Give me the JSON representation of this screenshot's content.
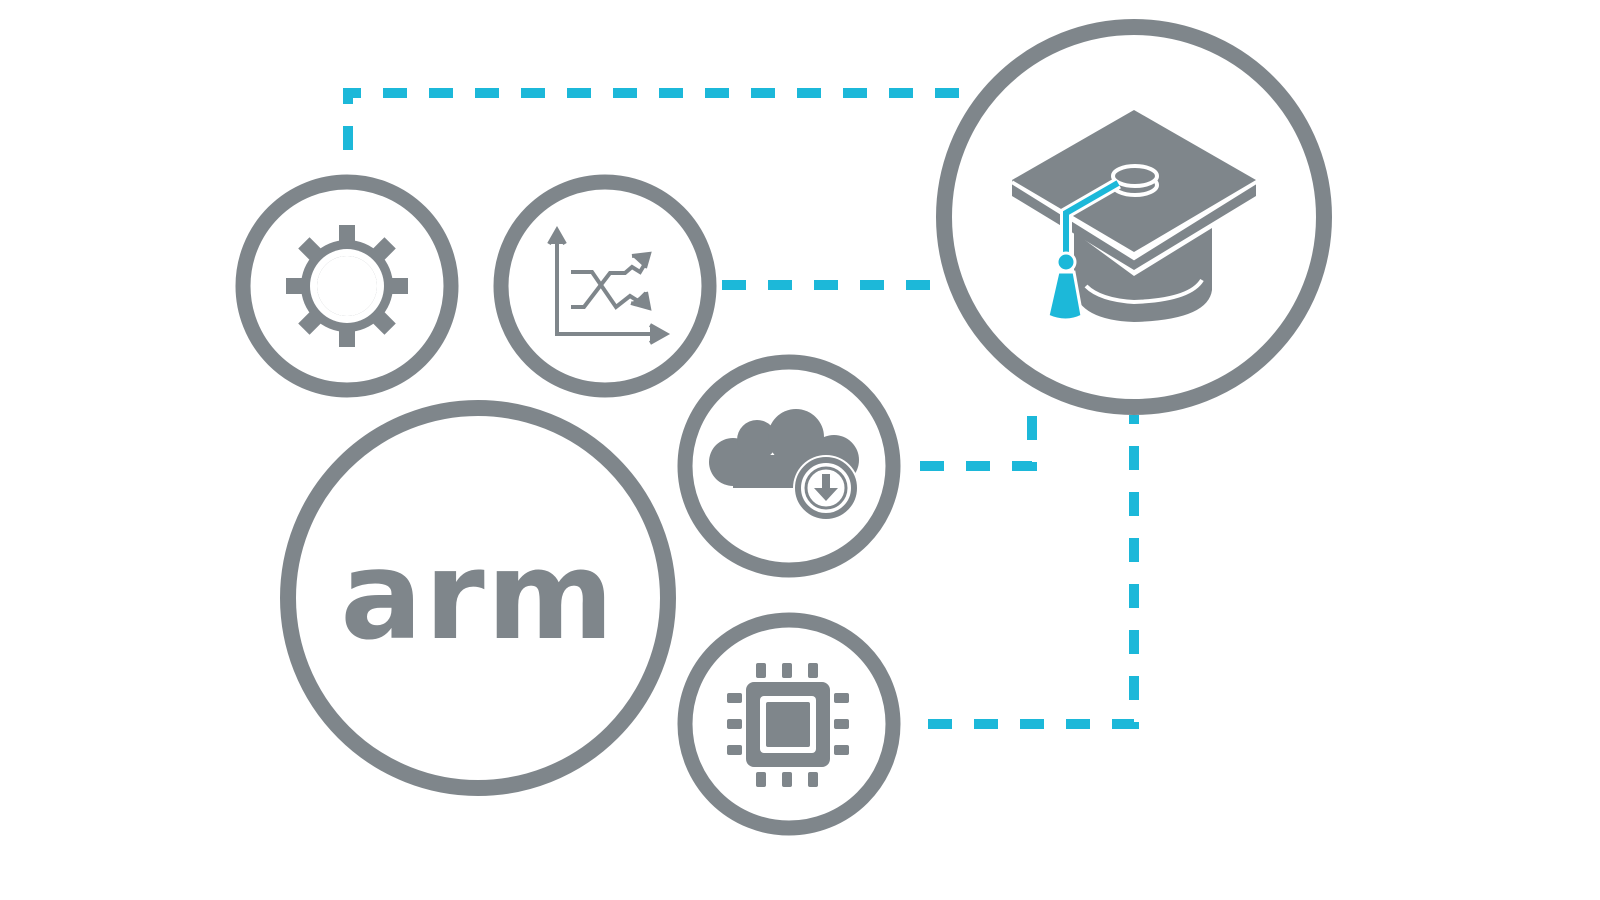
{
  "brand": {
    "wordmark": "arm"
  },
  "colors": {
    "gray": "#7f868b",
    "accent": "#1cb8d9",
    "background": "#ffffff"
  },
  "nodes": [
    {
      "id": "gear",
      "icon": "gear-icon"
    },
    {
      "id": "analytics",
      "icon": "line-chart-icon"
    },
    {
      "id": "arm-logo",
      "icon": "arm-logo"
    },
    {
      "id": "cloud",
      "icon": "cloud-download-icon"
    },
    {
      "id": "chip",
      "icon": "chip-icon"
    },
    {
      "id": "education",
      "icon": "graduation-cap-icon"
    }
  ],
  "connectors": [
    {
      "from": "gear",
      "to": "education",
      "style": "dashed"
    },
    {
      "from": "analytics",
      "to": "education",
      "style": "dashed"
    },
    {
      "from": "cloud",
      "to": "education",
      "style": "dashed"
    },
    {
      "from": "chip",
      "to": "education",
      "style": "dashed"
    }
  ]
}
